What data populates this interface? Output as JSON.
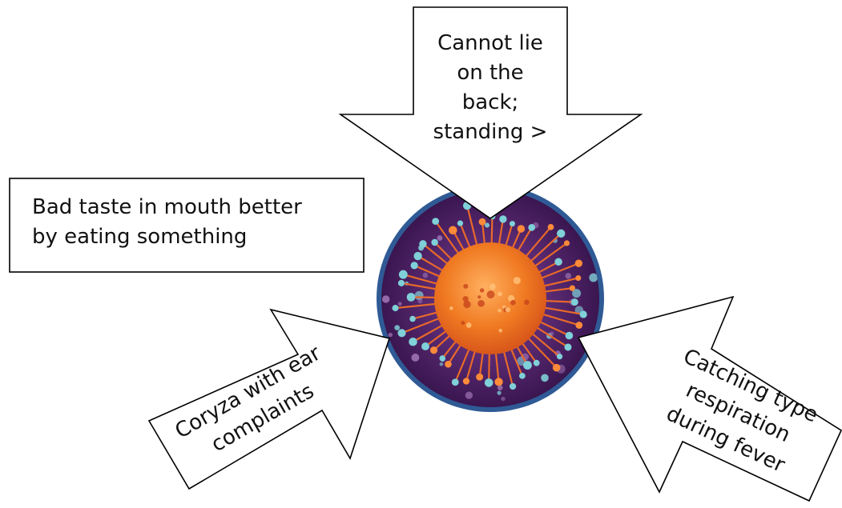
{
  "diagram": {
    "arrows": {
      "top": {
        "text": "Cannot lie\non the\nback;\nstanding >"
      },
      "bottom_left": {
        "text": "Coryza with ear\ncomplaints"
      },
      "bottom_right": {
        "text": "Catching type\nrespiration\nduring fever"
      }
    },
    "box": {
      "text": "Bad taste in mouth better\nby eating something"
    }
  },
  "colors": {
    "outline": "#000000",
    "arrow_fill": "#ffffff",
    "circle_rim": "#2f5a95",
    "virus_background": "#4a1f60",
    "virus_core": "#f07a22",
    "spike_tips": "#7fd0d8"
  }
}
